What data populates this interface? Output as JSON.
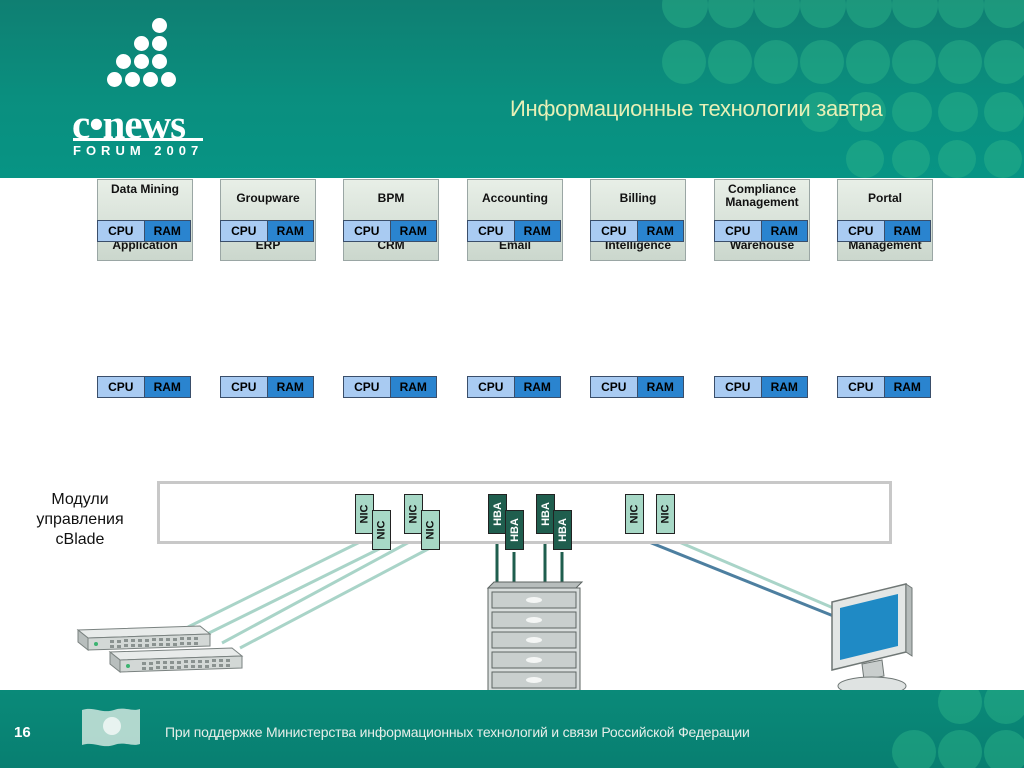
{
  "header": {
    "logo_word": "c•news",
    "logo_sub": "FORUM 2007",
    "title": "Информационные технологии завтра"
  },
  "apps": [
    {
      "top": "Data Mining",
      "bottom": "Application"
    },
    {
      "top": "Groupware",
      "bottom": "ERP"
    },
    {
      "top": "BPM",
      "bottom": "CRM"
    },
    {
      "top": "Accounting",
      "bottom": "Email"
    },
    {
      "top": "Billing",
      "bottom": "Intelligence"
    },
    {
      "top": "Compliance Management",
      "bottom": "Warehouse"
    },
    {
      "top": "Portal",
      "bottom": "Management"
    }
  ],
  "resource": {
    "cpu_label": "CPU",
    "ram_label": "RAM"
  },
  "cblade": {
    "label_line1": "Модули",
    "label_line2": "управления",
    "label_line3": "cBlade"
  },
  "cards": {
    "nic_label": "NIC",
    "hba_label": "HBA"
  },
  "footer": {
    "page_number": "16",
    "text": "При поддержке Министерства информационных технологий и связи Российской Федерации"
  },
  "colors": {
    "brand_green": "#0a8f7f",
    "cpu_light_blue": "#a9cbf2",
    "ram_blue": "#2a84cf",
    "nic_mint": "#a7d8c6",
    "hba_dark_green": "#1f5e4e"
  }
}
